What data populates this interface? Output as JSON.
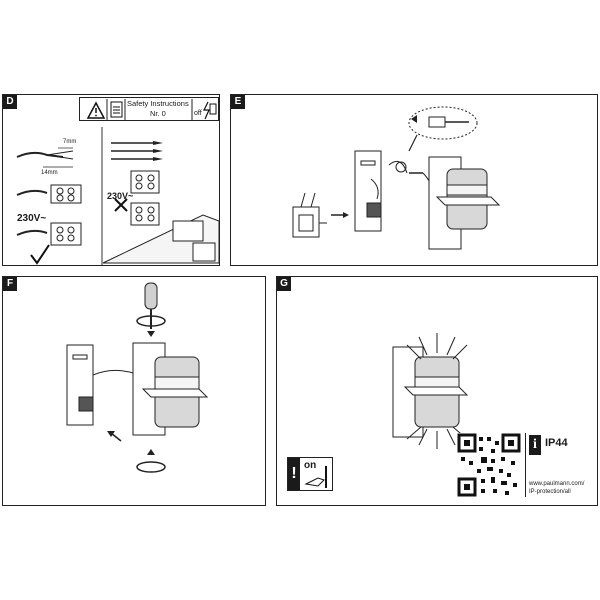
{
  "panel_d": {
    "label": "D",
    "safety_title": "Safety Instructions",
    "safety_nr": "Nr. 0",
    "off_label": "off",
    "dim_7mm": "7mm",
    "dim_14mm": "14mm",
    "voltage_1": "230V~",
    "voltage_2": "230V~"
  },
  "panel_e": {
    "label": "E"
  },
  "panel_f": {
    "label": "F"
  },
  "panel_g": {
    "label": "G",
    "on_label": "on",
    "ip_rating": "IP44",
    "url_line1": "www.paulmann.com/",
    "url_line2": "IP-protection/all"
  }
}
